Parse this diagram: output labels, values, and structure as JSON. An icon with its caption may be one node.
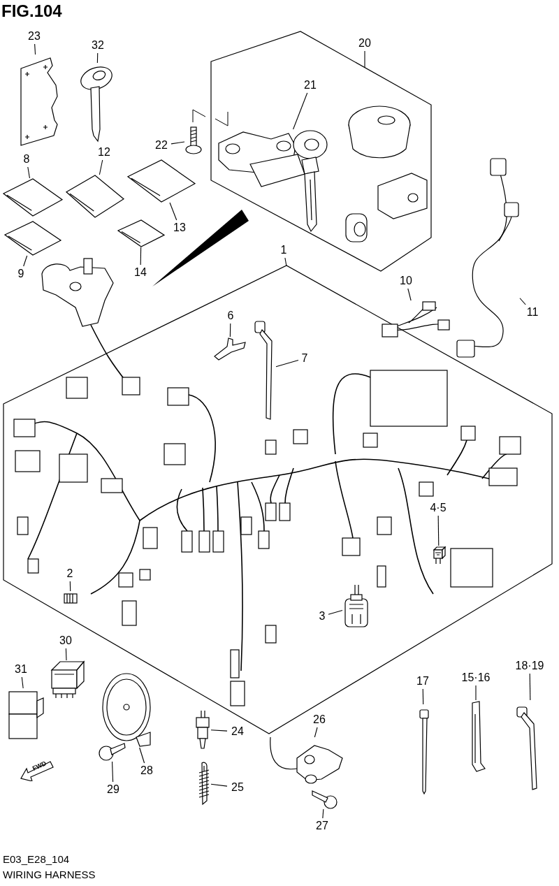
{
  "diagram": {
    "title": "FIG.104",
    "caption": "WIRING HARNESS",
    "nodes": [
      {
        "text": [],
        "shape": "box"
      },
      {
        "text": [],
        "shape": "box"
      },
      {
        "text": [
          "23"
        ]
      },
      {
        "text": [],
        "shape": "picture"
      },
      {
        "text": [
          "32"
        ]
      },
      {
        "text": [],
        "shape": "picture"
      },
      {
        "text": [
          "20"
        ]
      },
      {
        "text": [
          "21"
        ],
        "in": 0
      },
      {
        "text": [],
        "shape": "picture",
        "in": 0
      },
      {
        "text": [
          "22"
        ]
      },
      {
        "text": [],
        "shape": "picture"
      },
      {
        "text": [
          "8"
        ]
      },
      {
        "text": [],
        "shape": "picture"
      },
      {
        "text": [
          "12"
        ]
      },
      {
        "text": [],
        "shape": "picture"
      },
      {
        "text": [
          "13"
        ]
      },
      {
        "text": [],
        "shape": "picture"
      },
      {
        "text": [
          "9"
        ]
      },
      {
        "text": [],
        "shape": "picture"
      },
      {
        "text": [
          "14"
        ]
      },
      {
        "text": [],
        "shape": "picture"
      },
      {
        "text": [
          "1"
        ]
      },
      {
        "text": [
          "6"
        ],
        "in": 1
      },
      {
        "text": [],
        "shape": "picture",
        "in": 1
      },
      {
        "text": [
          "7"
        ],
        "in": 1
      },
      {
        "text": [],
        "shape": "picture",
        "in": 1
      },
      {
        "text": [
          "10"
        ]
      },
      {
        "text": [],
        "shape": "picture"
      },
      {
        "text": [
          "11"
        ]
      },
      {
        "text": [],
        "shape": "picture"
      },
      {
        "text": [
          "4·5"
        ],
        "in": 1
      },
      {
        "text": [],
        "shape": "picture",
        "in": 1
      },
      {
        "text": [
          "2"
        ],
        "in": 1
      },
      {
        "text": [],
        "shape": "picture",
        "in": 1
      },
      {
        "text": [
          "3"
        ],
        "in": 1
      },
      {
        "text": [],
        "shape": "picture",
        "in": 1
      },
      {
        "text": [
          "30"
        ]
      },
      {
        "text": [],
        "shape": "picture"
      },
      {
        "text": [
          "31"
        ]
      },
      {
        "text": [],
        "shape": "picture"
      },
      {
        "text": [
          "28"
        ]
      },
      {
        "text": [],
        "shape": "picture"
      },
      {
        "text": [
          "29"
        ]
      },
      {
        "text": [],
        "shape": "picture"
      },
      {
        "text": [
          "24"
        ]
      },
      {
        "text": [],
        "shape": "picture"
      },
      {
        "text": [
          "25"
        ]
      },
      {
        "text": [],
        "shape": "picture"
      },
      {
        "text": [
          "26"
        ]
      },
      {
        "text": [],
        "shape": "picture"
      },
      {
        "text": [
          "27"
        ]
      },
      {
        "text": [],
        "shape": "picture"
      },
      {
        "text": [
          "17"
        ]
      },
      {
        "text": [],
        "shape": "picture"
      },
      {
        "text": [
          "15·16"
        ]
      },
      {
        "text": [],
        "shape": "picture"
      },
      {
        "text": [
          "18·19"
        ]
      },
      {
        "text": [],
        "shape": "picture"
      }
    ],
    "edges": [
      {
        "from": 6,
        "to": 0,
        "arrow": "none"
      },
      {
        "from": 21,
        "to": 1,
        "arrow": "none"
      },
      {
        "from": 2,
        "to": 3,
        "arrow": "none"
      },
      {
        "from": 4,
        "to": 5,
        "arrow": "none"
      },
      {
        "from": 7,
        "to": 8,
        "arrow": "none"
      },
      {
        "from": 9,
        "to": 10,
        "arrow": "none"
      },
      {
        "from": 11,
        "to": 12,
        "arrow": "none"
      },
      {
        "from": 13,
        "to": 14,
        "arrow": "none"
      },
      {
        "from": 15,
        "to": 16,
        "arrow": "none"
      },
      {
        "from": 17,
        "to": 18,
        "arrow": "none"
      },
      {
        "from": 19,
        "to": 20,
        "arrow": "none"
      },
      {
        "from": 22,
        "to": 23,
        "arrow": "none"
      },
      {
        "from": 24,
        "to": 25,
        "arrow": "none"
      },
      {
        "from": 26,
        "to": 27,
        "arrow": "none"
      },
      {
        "from": 28,
        "to": 29,
        "arrow": "none"
      },
      {
        "from": 30,
        "to": 31,
        "arrow": "none"
      },
      {
        "from": 32,
        "to": 33,
        "arrow": "none"
      },
      {
        "from": 34,
        "to": 35,
        "arrow": "none"
      },
      {
        "from": 36,
        "to": 37,
        "arrow": "none"
      },
      {
        "from": 38,
        "to": 39,
        "arrow": "none"
      },
      {
        "from": 40,
        "to": 41,
        "arrow": "none"
      },
      {
        "from": 42,
        "to": 43,
        "arrow": "none"
      },
      {
        "from": 44,
        "to": 45,
        "arrow": "none"
      },
      {
        "from": 46,
        "to": 47,
        "arrow": "none"
      },
      {
        "from": 48,
        "to": 49,
        "arrow": "none"
      },
      {
        "from": 50,
        "to": 51,
        "arrow": "none"
      },
      {
        "from": 52,
        "to": 53,
        "arrow": "none"
      },
      {
        "from": 54,
        "to": 55,
        "arrow": "none"
      },
      {
        "from": 56,
        "to": 57,
        "arrow": "none"
      }
    ],
    "labels": [
      "FWD",
      "E03_E28_104"
    ]
  }
}
